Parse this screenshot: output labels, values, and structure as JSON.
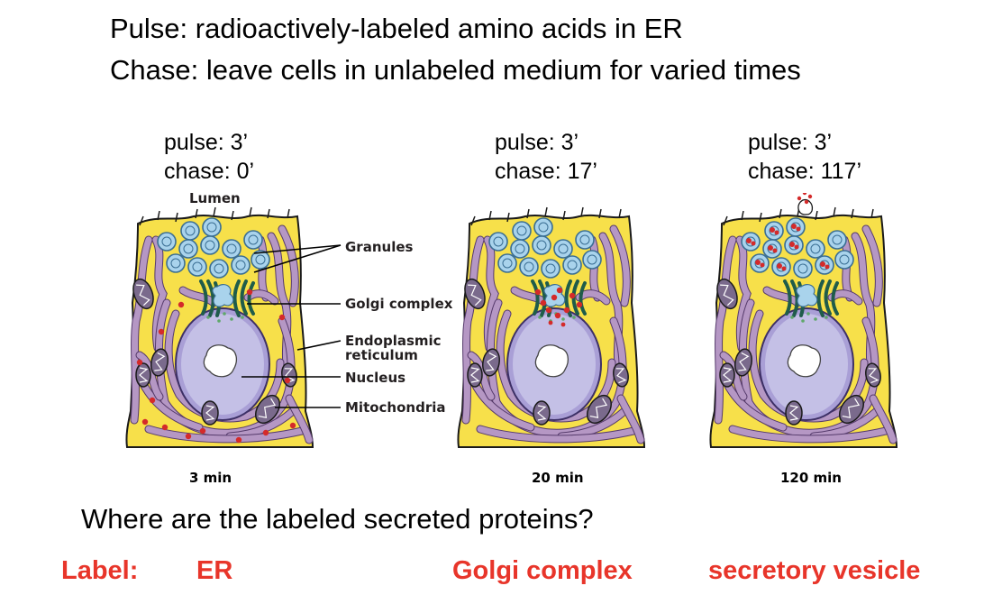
{
  "title": {
    "line1": "Pulse: radioactively-labeled amino acids in ER",
    "line2": "Chase: leave cells in unlabeled medium for varied times"
  },
  "cells": [
    {
      "pulse": "pulse: 3’",
      "chase": "chase: 0’",
      "time": "3 min"
    },
    {
      "pulse": "pulse: 3’",
      "chase": "chase: 17’",
      "time": "20 min"
    },
    {
      "pulse": "pulse: 3’",
      "chase": "chase: 117’",
      "time": "120 min"
    }
  ],
  "labels": {
    "lumen": "Lumen",
    "granules": "Granules",
    "golgi": "Golgi complex",
    "er_line1": "Endoplasmic",
    "er_line2": "reticulum",
    "nucleus": "Nucleus",
    "mitochondria": "Mitochondria"
  },
  "question": "Where are the labeled secreted proteins?",
  "answers": {
    "prefix": "Label:",
    "a1": "ER",
    "a2": "Golgi complex",
    "a3": "secretory vesicle"
  },
  "colors": {
    "cytoplasm": "#f7e04a",
    "er": "#b597c4",
    "nucleus": "#c4c0e6",
    "granule": "#a9d3ec",
    "golgi": "#1f5c4a",
    "label_dot": "#d42a2a",
    "answer_text": "#e8352a"
  }
}
